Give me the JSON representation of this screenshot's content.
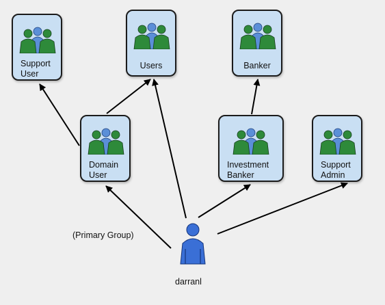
{
  "groups": {
    "support_user": {
      "label": "Support\nUser"
    },
    "users": {
      "label": "Users"
    },
    "banker": {
      "label": "Banker"
    },
    "domain_user": {
      "label": "Domain\nUser"
    },
    "investment_banker": {
      "label": "Investment\nBanker"
    },
    "support_admin": {
      "label": "Support\nAdmin"
    }
  },
  "user": {
    "name": "darranl"
  },
  "edges": {
    "primary_group_label": "(Primary Group)"
  },
  "colors": {
    "node_fill": "#c9dff3",
    "node_border": "#1b1b1b",
    "group_member_green": "#2e8a3a",
    "group_member_blue": "#5b8fd8",
    "user_blue": "#3a6fd6",
    "background": "#efefef"
  },
  "icons": {
    "group": "group-icon",
    "user": "user-icon",
    "arrow": "arrow-head"
  }
}
